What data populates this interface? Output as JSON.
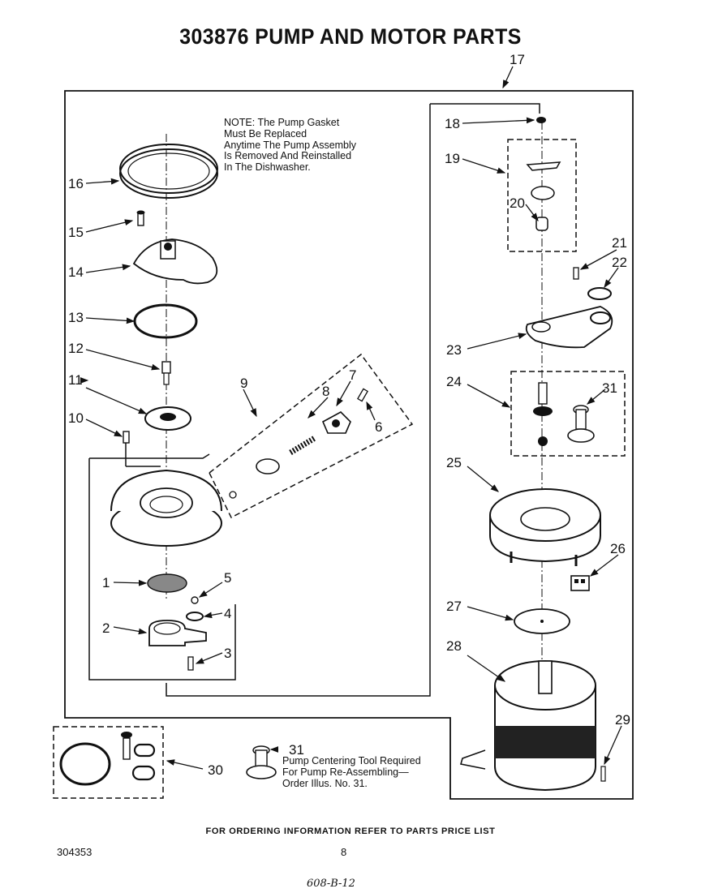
{
  "title": "303876 PUMP AND MOTOR PARTS",
  "note": {
    "lines": [
      "NOTE: The Pump Gasket",
      "Must Be Replaced",
      "Anytime The Pump Assembly",
      "Is Removed And Reinstalled",
      "In The Dishwasher."
    ]
  },
  "tool_note": {
    "lines": [
      "Pump Centering Tool Required",
      "For Pump Re-Assembling—",
      "Order Illus. No. 31."
    ]
  },
  "footer": "FOR ORDERING INFORMATION REFER TO PARTS PRICE LIST",
  "doc_number": "304353",
  "page_number": "8",
  "handwritten": "608-B-12",
  "callouts": [
    "1",
    "2",
    "3",
    "4",
    "5",
    "6",
    "7",
    "8",
    "9",
    "10",
    "11",
    "12",
    "13",
    "14",
    "15",
    "16",
    "17",
    "18",
    "19",
    "20",
    "21",
    "22",
    "23",
    "24",
    "25",
    "26",
    "27",
    "28",
    "29",
    "30",
    "31",
    "31"
  ]
}
